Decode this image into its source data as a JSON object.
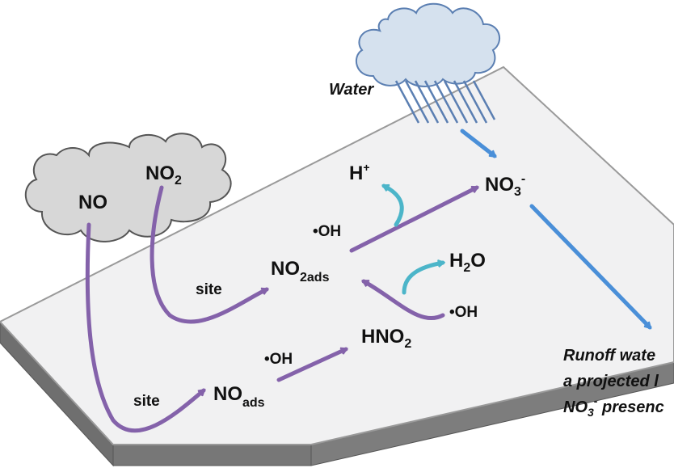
{
  "colors": {
    "plate_top": "#f1f1f2",
    "plate_edge": "#6f6f6f",
    "plate_outline": "#9a9a9a",
    "gas_cloud": "#d7d7d7",
    "rain_cloud": "#d5e1ee",
    "rain_stroke": "#5b7fb2",
    "purple_arrow": "#8462aa",
    "teal_arrow": "#4cb5c9",
    "blue_arrow": "#4a8fd8"
  },
  "labels": {
    "water": "Water",
    "no_cloud": "NO",
    "no2_cloud": {
      "main": "NO",
      "sub": "2"
    },
    "h_plus": {
      "main": "H",
      "sup": "+"
    },
    "nitrate": {
      "main": "NO",
      "sub": "3",
      "sup": "-"
    },
    "oh_upper": "•OH",
    "no2ads": {
      "main": "NO",
      "sub": "2ads"
    },
    "h2o": {
      "main": "H",
      "sub": "2",
      "tail": "O"
    },
    "oh_right": "•OH",
    "site_upper": "site",
    "hno2": {
      "main": "HNO",
      "sub": "2"
    },
    "oh_lower": "•OH",
    "site_lower": "site",
    "noads": {
      "main": "NO",
      "sub": "ads"
    },
    "runoff_line1": "Runoff wate",
    "runoff_line2": "a projected l",
    "runoff_line3": {
      "main": "NO",
      "sub": "3",
      "sup": "-",
      "tail": " presenc"
    }
  },
  "icons": {
    "gas_cloud": "cloud-icon",
    "rain_cloud": "rain-cloud-icon"
  }
}
